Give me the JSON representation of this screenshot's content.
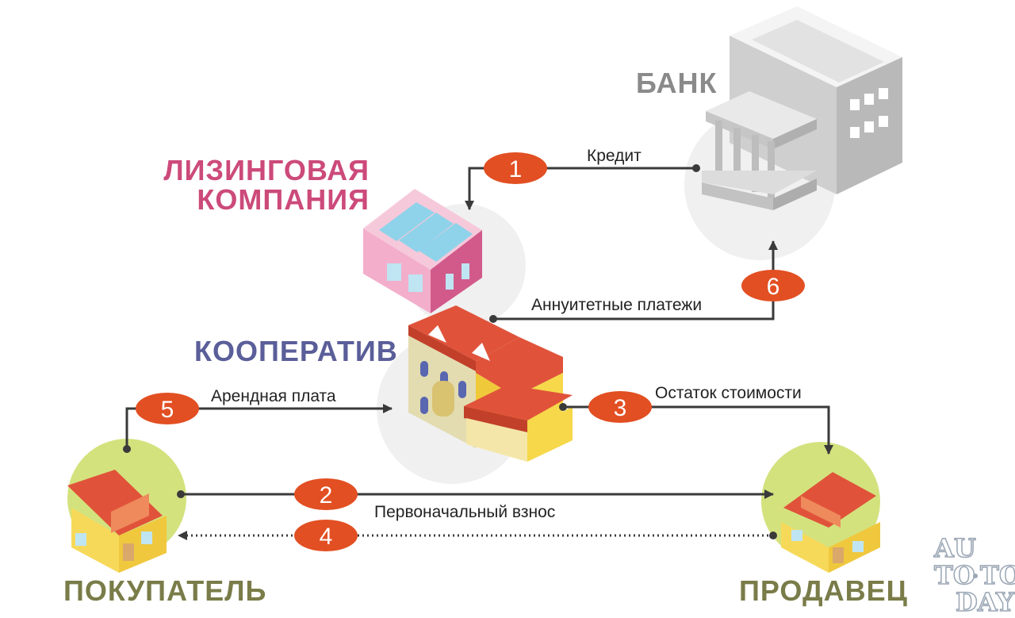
{
  "entities": {
    "bank": "БАНК",
    "leasing_line1": "ЛИЗИНГОВАЯ",
    "leasing_line2": "КОМПАНИЯ",
    "cooperative": "КООПЕРАТИВ",
    "buyer": "ПОКУПАТЕЛЬ",
    "seller": "ПРОДАВЕЦ"
  },
  "flows": [
    {
      "step": "1",
      "label": "Кредит"
    },
    {
      "step": "2",
      "label": "Первоначальный взнос"
    },
    {
      "step": "3",
      "label": "Остаток стоимости"
    },
    {
      "step": "4",
      "label": ""
    },
    {
      "step": "5",
      "label": "Арендная плата"
    },
    {
      "step": "6",
      "label": "Аннуитетные платежи"
    }
  ],
  "watermark": {
    "line1": "AU",
    "line2a": "TO",
    "line2b": "TO",
    "line3": "DAY"
  },
  "colors": {
    "badge": "#e24f22",
    "bank_label": "#8a8a8a",
    "leasing_label": "#cc4a7a",
    "coop_label": "#5a5e99",
    "party_label": "#7a7c49",
    "line": "#3a3a3a"
  }
}
